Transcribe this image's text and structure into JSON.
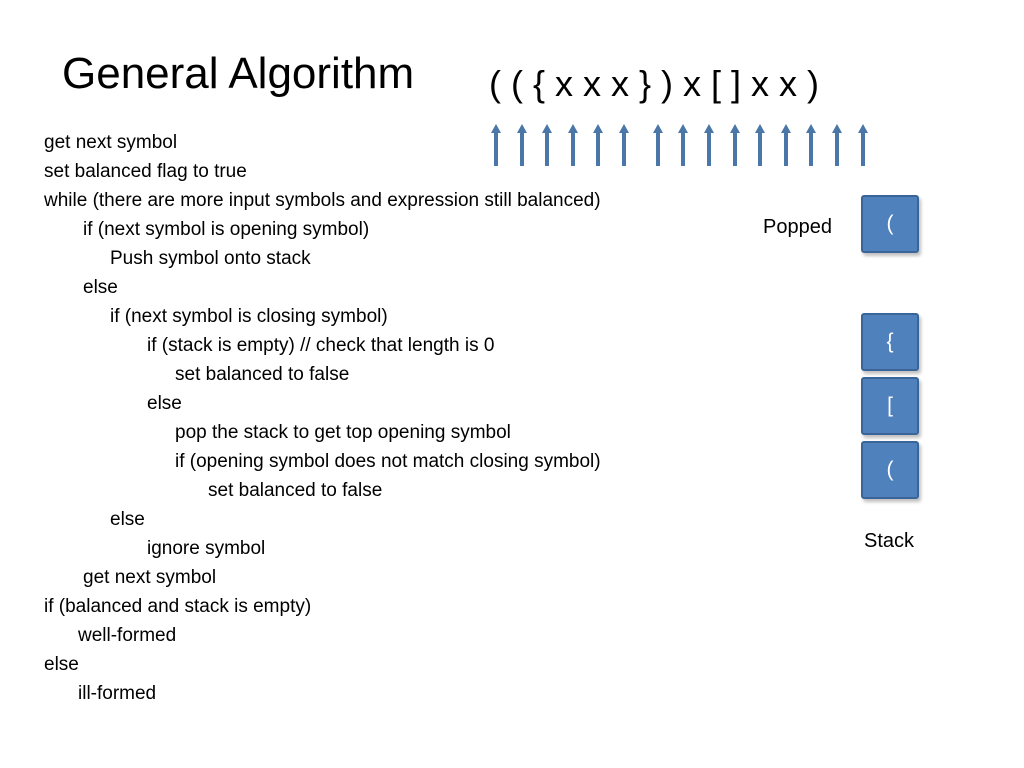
{
  "slide": {
    "title": "General Algorithm",
    "expression": "( ( { x x x } ) x [ ] x x )"
  },
  "arrows": {
    "count": 15,
    "color": "#4a76a8",
    "icon": "up-arrow-icon"
  },
  "pseudocode": [
    {
      "text": "get next symbol",
      "indent": 0
    },
    {
      "text": "set balanced flag to true",
      "indent": 0
    },
    {
      "text": "while (there are more input symbols and expression still balanced)",
      "indent": 0
    },
    {
      "text": "if (next symbol is opening symbol)",
      "indent": 1
    },
    {
      "text": "Push symbol onto stack",
      "indent": 2
    },
    {
      "text": "else",
      "indent": 1
    },
    {
      "text": "if (next symbol is closing symbol)",
      "indent": 2
    },
    {
      "text": "if (stack is empty)   // check that length is 0",
      "indent": 3
    },
    {
      "text": "set balanced to false",
      "indent": 4
    },
    {
      "text": "else",
      "indent": 3
    },
    {
      "text": "pop the stack to get top opening symbol",
      "indent": 4
    },
    {
      "text": "if (opening symbol does not match closing symbol)",
      "indent": 4
    },
    {
      "text": "set balanced to false",
      "indent": 5
    },
    {
      "text": "else",
      "indent": 2
    },
    {
      "text": "ignore symbol",
      "indent": 3
    },
    {
      "text": "get next symbol",
      "indent": 1
    },
    {
      "text": "if (balanced and stack is empty)",
      "indent": 0
    },
    {
      "text": "well-formed",
      "indent": 6
    },
    {
      "text": "else",
      "indent": 0
    },
    {
      "text": "ill-formed",
      "indent": 6
    }
  ],
  "popped": {
    "label": "Popped",
    "symbol": "("
  },
  "stack": {
    "label": "Stack",
    "items": [
      "{",
      "[",
      "("
    ]
  },
  "colors": {
    "box_fill": "#4f81bd",
    "box_border": "#3a6598",
    "box_text": "#ffffff",
    "arrow": "#4a76a8"
  }
}
